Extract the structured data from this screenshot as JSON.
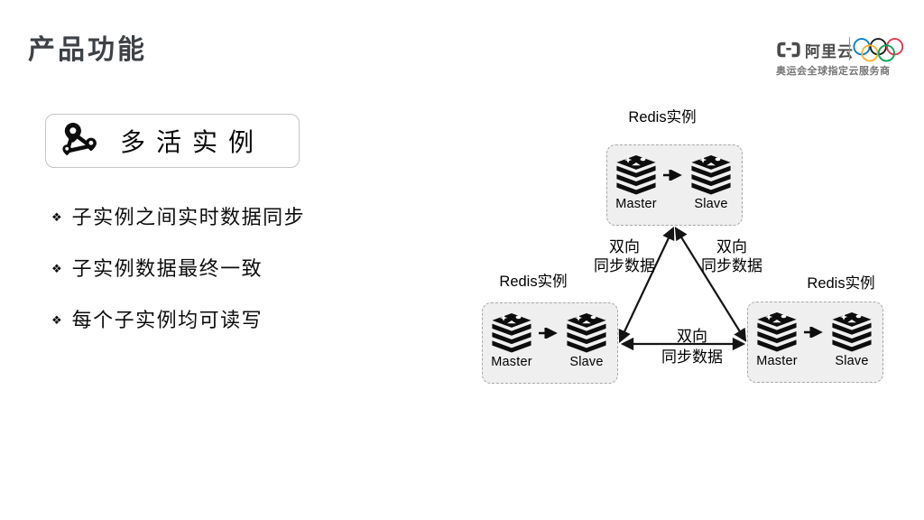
{
  "slide": {
    "title": "产品功能",
    "background": "#ffffff"
  },
  "logo": {
    "brand": "阿里云",
    "tagline": "奥运会全球指定云服务商",
    "brand_color": "#4a4a4b",
    "ring_colors": [
      "#0081c8",
      "#1a1a1a",
      "#ee334e",
      "#fcb131",
      "#00a651"
    ]
  },
  "feature": {
    "label": "多活实例"
  },
  "bullets": {
    "marker": "❖",
    "items": [
      "子实例之间实时数据同步",
      "子实例数据最终一致",
      "每个子实例均可读写"
    ]
  },
  "diagram": {
    "instances": [
      {
        "position": "top",
        "label": "Redis实例",
        "master": "Master",
        "slave": "Slave"
      },
      {
        "position": "bottom-left",
        "label": "Redis实例",
        "master": "Master",
        "slave": "Slave"
      },
      {
        "position": "bottom-right",
        "label": "Redis实例",
        "master": "Master",
        "slave": "Slave"
      }
    ],
    "links": [
      {
        "between": "top ↔ bottom-left",
        "label_line1": "双向",
        "label_line2": "同步数据"
      },
      {
        "between": "top ↔ bottom-right",
        "label_line1": "双向",
        "label_line2": "同步数据"
      },
      {
        "between": "bottom-left ↔ bottom-right",
        "label_line1": "双向",
        "label_line2": "同步数据"
      }
    ],
    "colors": {
      "card_bg": "#efefef",
      "card_border": "#a8a8a8",
      "arrow": "#141414"
    }
  }
}
